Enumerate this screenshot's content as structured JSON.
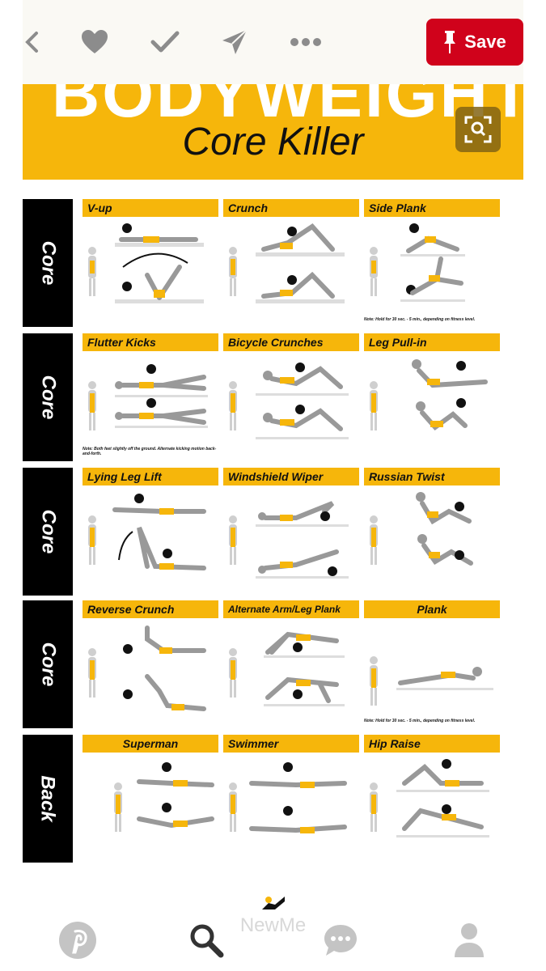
{
  "toolbar": {
    "save_label": "Save"
  },
  "poster": {
    "title_big": "BODYWEIGHT",
    "title_sub": "Core Killer",
    "rows": [
      {
        "label": "Core",
        "cells": [
          "V-up",
          "Crunch",
          "Side Plank"
        ],
        "note_cell3": "Note: Hold for 30 sec. - 5 min., depending on fitness level."
      },
      {
        "label": "Core",
        "cells": [
          "Flutter Kicks",
          "Bicycle Crunches",
          "Leg Pull-in"
        ],
        "note_cell1": "Note: Both feet slightly off the ground. Alternate kicking motion back-and-forth."
      },
      {
        "label": "Core",
        "cells": [
          "Lying Leg Lift",
          "Windshield Wiper",
          "Russian Twist"
        ]
      },
      {
        "label": "Core",
        "cells": [
          "Reverse Crunch",
          "Alternate Arm/Leg Plank",
          "Plank"
        ],
        "note_cell3": "Note: Hold for 30 sec. - 5 min., depending on fitness level."
      },
      {
        "label": "Back",
        "cells": [
          "Superman",
          "Swimmer",
          "Hip Raise"
        ]
      }
    ],
    "brand": "NewMe"
  },
  "colors": {
    "accent": "#f6b60b",
    "save": "#d0021b",
    "icon": "#8c8c8c"
  }
}
